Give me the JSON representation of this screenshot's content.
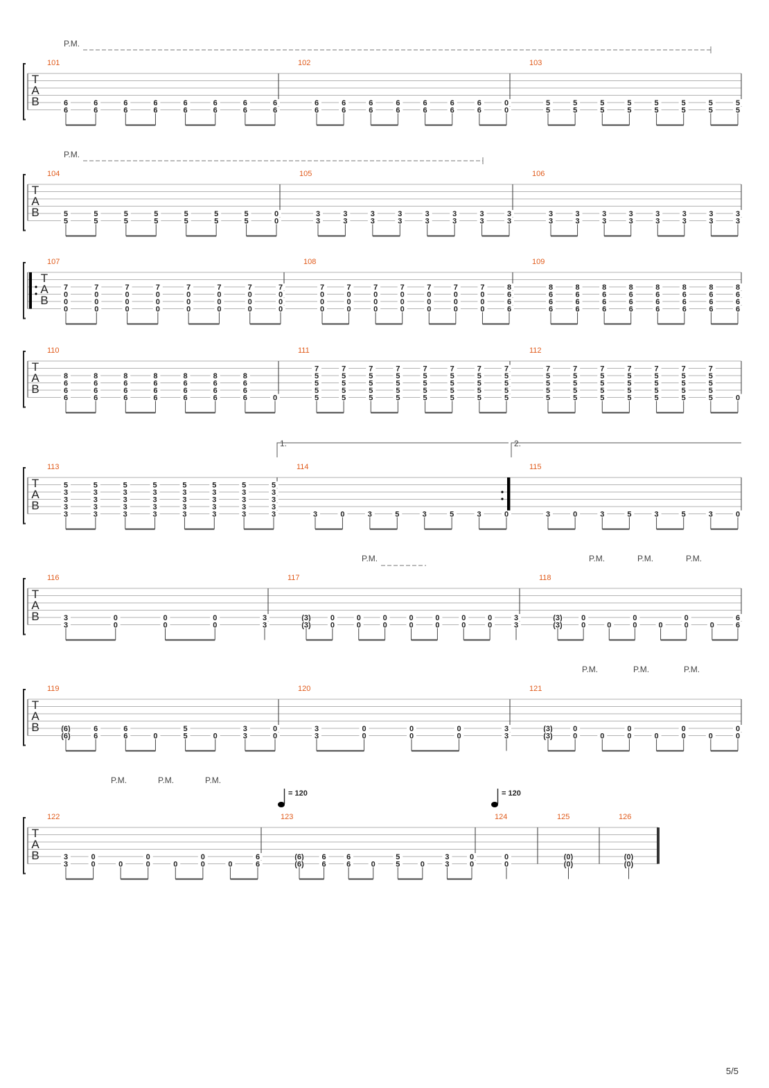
{
  "document": {
    "type": "guitar tablature",
    "page_label": "5/5"
  },
  "labels": {
    "tab": [
      "T",
      "A",
      "B"
    ],
    "palm_mute": "P.M.",
    "volta_1": "1.",
    "volta_2": "2.",
    "tempo": "= 120"
  },
  "systems": [
    {
      "pm_spans": [
        [
          0,
          3
        ]
      ],
      "measures": [
        {
          "number": "101",
          "notes": [
            [
              "6",
              "6"
            ],
            [
              "6",
              "6"
            ],
            [
              "6",
              "6"
            ],
            [
              "6",
              "6"
            ],
            [
              "6",
              "6"
            ],
            [
              "6",
              "6"
            ],
            [
              "6",
              "6"
            ],
            [
              "6",
              "6"
            ]
          ]
        },
        {
          "number": "102",
          "notes": [
            [
              "6",
              "6"
            ],
            [
              "6",
              "6"
            ],
            [
              "6",
              "6"
            ],
            [
              "6",
              "6"
            ],
            [
              "6",
              "6"
            ],
            [
              "6",
              "6"
            ],
            [
              "6",
              "6"
            ],
            [
              "0",
              "0"
            ]
          ]
        },
        {
          "number": "103",
          "notes": [
            [
              "5",
              "5"
            ],
            [
              "5",
              "5"
            ],
            [
              "5",
              "5"
            ],
            [
              "5",
              "5"
            ],
            [
              "5",
              "5"
            ],
            [
              "5",
              "5"
            ],
            [
              "5",
              "5"
            ],
            [
              "5",
              "5"
            ]
          ]
        }
      ]
    },
    {
      "pm_spans": [
        [
          0,
          2
        ]
      ],
      "measures": [
        {
          "number": "104",
          "notes": [
            [
              "5",
              "5"
            ],
            [
              "5",
              "5"
            ],
            [
              "5",
              "5"
            ],
            [
              "5",
              "5"
            ],
            [
              "5",
              "5"
            ],
            [
              "5",
              "5"
            ],
            [
              "5",
              "5"
            ],
            [
              "0",
              "0"
            ]
          ]
        },
        {
          "number": "105",
          "notes": [
            [
              "3",
              "3"
            ],
            [
              "3",
              "3"
            ],
            [
              "3",
              "3"
            ],
            [
              "3",
              "3"
            ],
            [
              "3",
              "3"
            ],
            [
              "3",
              "3"
            ],
            [
              "3",
              "3"
            ],
            [
              "3",
              "3"
            ]
          ]
        },
        {
          "number": "106",
          "notes": [
            [
              "3",
              "3"
            ],
            [
              "3",
              "3"
            ],
            [
              "3",
              "3"
            ],
            [
              "3",
              "3"
            ],
            [
              "3",
              "3"
            ],
            [
              "3",
              "3"
            ],
            [
              "3",
              "3"
            ],
            [
              "3",
              "3"
            ]
          ]
        }
      ]
    },
    {
      "repeat_start": true,
      "measures": [
        {
          "number": "107",
          "notes": [
            [
              "7",
              "0",
              "0",
              "0"
            ],
            [
              "7",
              "0",
              "0",
              "0"
            ],
            [
              "7",
              "0",
              "0",
              "0"
            ],
            [
              "7",
              "0",
              "0",
              "0"
            ],
            [
              "7",
              "0",
              "0",
              "0"
            ],
            [
              "7",
              "0",
              "0",
              "0"
            ],
            [
              "7",
              "0",
              "0",
              "0"
            ],
            [
              "7",
              "0",
              "0",
              "0"
            ]
          ]
        },
        {
          "number": "108",
          "notes": [
            [
              "7",
              "0",
              "0",
              "0"
            ],
            [
              "7",
              "0",
              "0",
              "0"
            ],
            [
              "7",
              "0",
              "0",
              "0"
            ],
            [
              "7",
              "0",
              "0",
              "0"
            ],
            [
              "7",
              "0",
              "0",
              "0"
            ],
            [
              "7",
              "0",
              "0",
              "0"
            ],
            [
              "7",
              "0",
              "0",
              "0"
            ],
            [
              "8",
              "6",
              "6",
              "6"
            ]
          ]
        },
        {
          "number": "109",
          "notes": [
            [
              "8",
              "6",
              "6",
              "6"
            ],
            [
              "8",
              "6",
              "6",
              "6"
            ],
            [
              "8",
              "6",
              "6",
              "6"
            ],
            [
              "8",
              "6",
              "6",
              "6"
            ],
            [
              "8",
              "6",
              "6",
              "6"
            ],
            [
              "8",
              "6",
              "6",
              "6"
            ],
            [
              "8",
              "6",
              "6",
              "6"
            ],
            [
              "8",
              "6",
              "6",
              "6"
            ]
          ]
        }
      ]
    },
    {
      "measures": [
        {
          "number": "110",
          "notes": [
            [
              "8",
              "6",
              "6",
              "6"
            ],
            [
              "8",
              "6",
              "6",
              "6"
            ],
            [
              "8",
              "6",
              "6",
              "6"
            ],
            [
              "8",
              "6",
              "6",
              "6"
            ],
            [
              "8",
              "6",
              "6",
              "6"
            ],
            [
              "8",
              "6",
              "6",
              "6"
            ],
            [
              "8",
              "6",
              "6",
              "6"
            ],
            [
              "0"
            ]
          ]
        },
        {
          "number": "111",
          "notes": [
            [
              "7",
              "5",
              "5",
              "5",
              "5"
            ],
            [
              "7",
              "5",
              "5",
              "5",
              "5"
            ],
            [
              "7",
              "5",
              "5",
              "5",
              "5"
            ],
            [
              "7",
              "5",
              "5",
              "5",
              "5"
            ],
            [
              "7",
              "5",
              "5",
              "5",
              "5"
            ],
            [
              "7",
              "5",
              "5",
              "5",
              "5"
            ],
            [
              "7",
              "5",
              "5",
              "5",
              "5"
            ],
            [
              "7",
              "5",
              "5",
              "5",
              "5"
            ]
          ]
        },
        {
          "number": "112",
          "notes": [
            [
              "7",
              "5",
              "5",
              "5",
              "5"
            ],
            [
              "7",
              "5",
              "5",
              "5",
              "5"
            ],
            [
              "7",
              "5",
              "5",
              "5",
              "5"
            ],
            [
              "7",
              "5",
              "5",
              "5",
              "5"
            ],
            [
              "7",
              "5",
              "5",
              "5",
              "5"
            ],
            [
              "7",
              "5",
              "5",
              "5",
              "5"
            ],
            [
              "7",
              "5",
              "5",
              "5",
              "5"
            ],
            [
              "0"
            ]
          ]
        }
      ]
    },
    {
      "measures": [
        {
          "number": "113",
          "notes": [
            [
              "5",
              "3",
              "3",
              "3",
              "3"
            ],
            [
              "5",
              "3",
              "3",
              "3",
              "3"
            ],
            [
              "5",
              "3",
              "3",
              "3",
              "3"
            ],
            [
              "5",
              "3",
              "3",
              "3",
              "3"
            ],
            [
              "5",
              "3",
              "3",
              "3",
              "3"
            ],
            [
              "5",
              "3",
              "3",
              "3",
              "3"
            ],
            [
              "5",
              "3",
              "3",
              "3",
              "3"
            ],
            [
              "5",
              "3",
              "3",
              "3",
              "3"
            ]
          ]
        },
        {
          "number": "114",
          "notes": [
            [
              "3"
            ],
            [
              "0"
            ],
            [
              "3"
            ],
            [
              "5"
            ],
            [
              "3"
            ],
            [
              "5"
            ],
            [
              "3"
            ],
            [
              "0"
            ]
          ]
        },
        {
          "number": "115",
          "notes": [
            [
              "3"
            ],
            [
              "0"
            ],
            [
              "3"
            ],
            [
              "5"
            ],
            [
              "3"
            ],
            [
              "5"
            ],
            [
              "3"
            ],
            [
              "0"
            ]
          ]
        }
      ]
    },
    {
      "measures": [
        {
          "number": "116",
          "notes": [
            [
              "3",
              "3"
            ],
            [
              "0",
              "0"
            ],
            [
              "0",
              "0"
            ],
            [
              "0",
              "0"
            ],
            [
              "3",
              "3"
            ]
          ]
        },
        {
          "number": "117",
          "notes": [
            [
              "(3)",
              "(3)"
            ],
            [
              "0",
              "0"
            ],
            [
              "0",
              "0"
            ],
            [
              "0",
              "0"
            ],
            [
              "0",
              "0"
            ],
            [
              "0",
              "0"
            ],
            [
              "0",
              "0"
            ],
            [
              "0",
              "0"
            ],
            [
              "3",
              "3"
            ]
          ]
        },
        {
          "number": "118",
          "notes": [
            [
              "(3)",
              "(3)"
            ],
            [
              "0",
              "0"
            ],
            [
              "0"
            ],
            [
              "0",
              "0"
            ],
            [
              "0"
            ],
            [
              "0",
              "0"
            ],
            [
              "0"
            ],
            [
              "6",
              "6"
            ]
          ]
        }
      ]
    },
    {
      "measures": [
        {
          "number": "119",
          "notes": [
            [
              "(6)",
              "(6)"
            ],
            [
              "6",
              "6"
            ],
            [
              "6",
              "6"
            ],
            [
              "0"
            ],
            [
              "5",
              "5"
            ],
            [
              "0"
            ],
            [
              "3",
              "3"
            ],
            [
              "0",
              "0"
            ]
          ]
        },
        {
          "number": "120",
          "notes": [
            [
              "3",
              "3"
            ],
            [
              "0",
              "0"
            ],
            [
              "0",
              "0"
            ],
            [
              "0",
              "0"
            ],
            [
              "3",
              "3"
            ]
          ]
        },
        {
          "number": "121",
          "notes": [
            [
              "(3)",
              "(3)"
            ],
            [
              "0",
              "0"
            ],
            [
              "0"
            ],
            [
              "0",
              "0"
            ],
            [
              "0"
            ],
            [
              "0",
              "0"
            ],
            [
              "0"
            ],
            [
              "0",
              "0"
            ]
          ]
        }
      ]
    },
    {
      "measures": [
        {
          "number": "122",
          "notes": [
            [
              "3",
              "3"
            ],
            [
              "0",
              "0"
            ],
            [
              "0"
            ],
            [
              "0",
              "0"
            ],
            [
              "0"
            ],
            [
              "0",
              "0"
            ],
            [
              "0"
            ],
            [
              "6",
              "6"
            ]
          ]
        },
        {
          "number": "123",
          "notes": [
            [
              "(6)",
              "(6)"
            ],
            [
              "6",
              "6"
            ],
            [
              "6",
              "6"
            ],
            [
              "0"
            ],
            [
              "5",
              "5"
            ],
            [
              "0"
            ],
            [
              "3",
              "3"
            ],
            [
              "0",
              "0"
            ]
          ]
        },
        {
          "number": "124",
          "notes": [
            [
              "0",
              "0"
            ]
          ]
        },
        {
          "number": "125",
          "notes": [
            [
              "(0)",
              "(0)"
            ]
          ]
        },
        {
          "number": "126",
          "notes": [
            [
              "(0)",
              "(0)"
            ]
          ]
        }
      ]
    }
  ]
}
